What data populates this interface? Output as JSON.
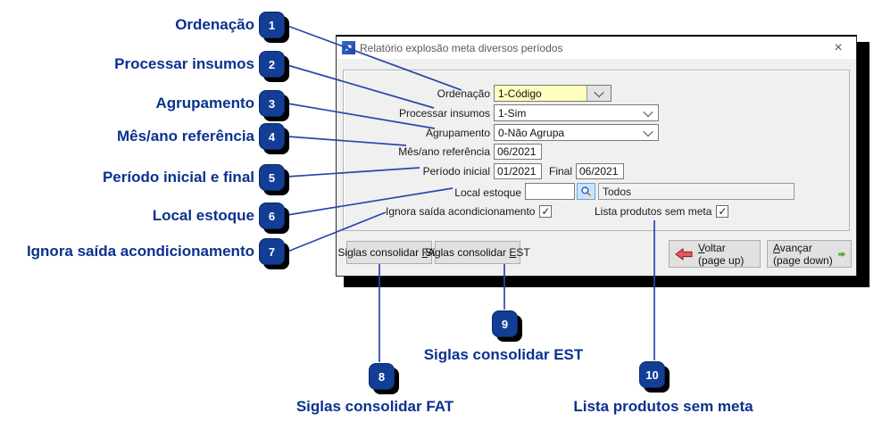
{
  "annotations": {
    "left": [
      {
        "num": "1",
        "label": "Ordenação"
      },
      {
        "num": "2",
        "label": "Processar insumos"
      },
      {
        "num": "3",
        "label": "Agrupamento"
      },
      {
        "num": "4",
        "label": "Mês/ano referência"
      },
      {
        "num": "5",
        "label": "Período inicial e final"
      },
      {
        "num": "6",
        "label": "Local estoque"
      },
      {
        "num": "7",
        "label": "Ignora saída acondicionamento"
      }
    ],
    "bottom": [
      {
        "num": "8",
        "label": "Siglas consolidar FAT"
      },
      {
        "num": "9",
        "label": "Siglas consolidar EST"
      },
      {
        "num": "10",
        "label": "Lista produtos sem meta"
      }
    ],
    "colors": {
      "badge": "#123e96",
      "line": "#2a47ab",
      "label_text": "#0b318f"
    }
  },
  "dialog": {
    "title": "Relatório explosão meta diversos períodos",
    "close_glyph": "×",
    "fields": {
      "ordenacao": {
        "label": "Ordenação",
        "value": "1-Código",
        "highlight": "#ffffbf"
      },
      "processar": {
        "label": "Processar insumos",
        "value": "1-Sim"
      },
      "agrupamento": {
        "label": "Agrupamento",
        "value": "0-Não Agrupa"
      },
      "mes_ano": {
        "label": "Mês/ano referência",
        "value": "06/2021"
      },
      "periodo": {
        "label": "Período inicial",
        "value": "01/2021",
        "final_label": "Final",
        "final_value": "06/2021"
      },
      "local_estoque": {
        "label": "Local estoque",
        "value": "",
        "todos_value": "Todos"
      },
      "ignora_saida": {
        "label": "Ignora saída acondicionamento",
        "checked": "✓"
      },
      "lista_produtos": {
        "label": "Lista produtos sem meta",
        "checked": "✓"
      }
    },
    "buttons": {
      "fat": {
        "pre": "Siglas consolidar ",
        "accel": "F",
        "post": "AT"
      },
      "est": {
        "pre": "Siglas consolidar ",
        "accel": "E",
        "post": "ST"
      },
      "voltar": {
        "accel": "V",
        "rest": "oltar",
        "sub": "(page up)"
      },
      "avancar": {
        "accel": "A",
        "rest": "vançar",
        "sub": "(page down)"
      }
    }
  }
}
